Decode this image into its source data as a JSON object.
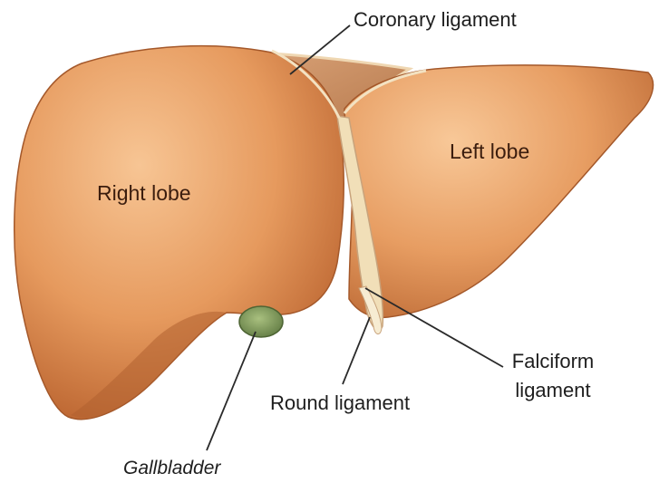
{
  "labels": {
    "coronary_ligament": "Coronary ligament",
    "left_lobe": "Left lobe",
    "right_lobe": "Right lobe",
    "falciform_ligament_line1": "Falciform",
    "falciform_ligament_line2": "ligament",
    "round_ligament": "Round ligament",
    "gallbladder": "Gallbladder"
  },
  "colors": {
    "liver": "#e69a5e",
    "liver_highlight": "#f6c08e",
    "liver_shadow": "#b8612d",
    "ligament": "#f1dfb8",
    "gallbladder": "#7f9a5a",
    "leader_line": "#2a2a2a"
  }
}
